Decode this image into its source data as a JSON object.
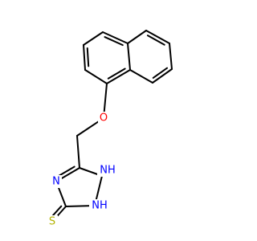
{
  "molecule": {
    "colors": {
      "bond": "#000000",
      "oxygen": "#ff0000",
      "nitrogen": "#0000ff",
      "sulfur": "#b2b200",
      "background": "#ffffff"
    },
    "atoms": [
      {
        "id": "o1",
        "label": "O",
        "element": "oxygen"
      },
      {
        "id": "n4",
        "label": "N",
        "element": "nitrogen"
      },
      {
        "id": "n1",
        "label": "NH",
        "element": "nitrogen"
      },
      {
        "id": "n2",
        "label": "NH",
        "element": "nitrogen"
      },
      {
        "id": "s1",
        "label": "S",
        "element": "sulfur"
      }
    ]
  }
}
